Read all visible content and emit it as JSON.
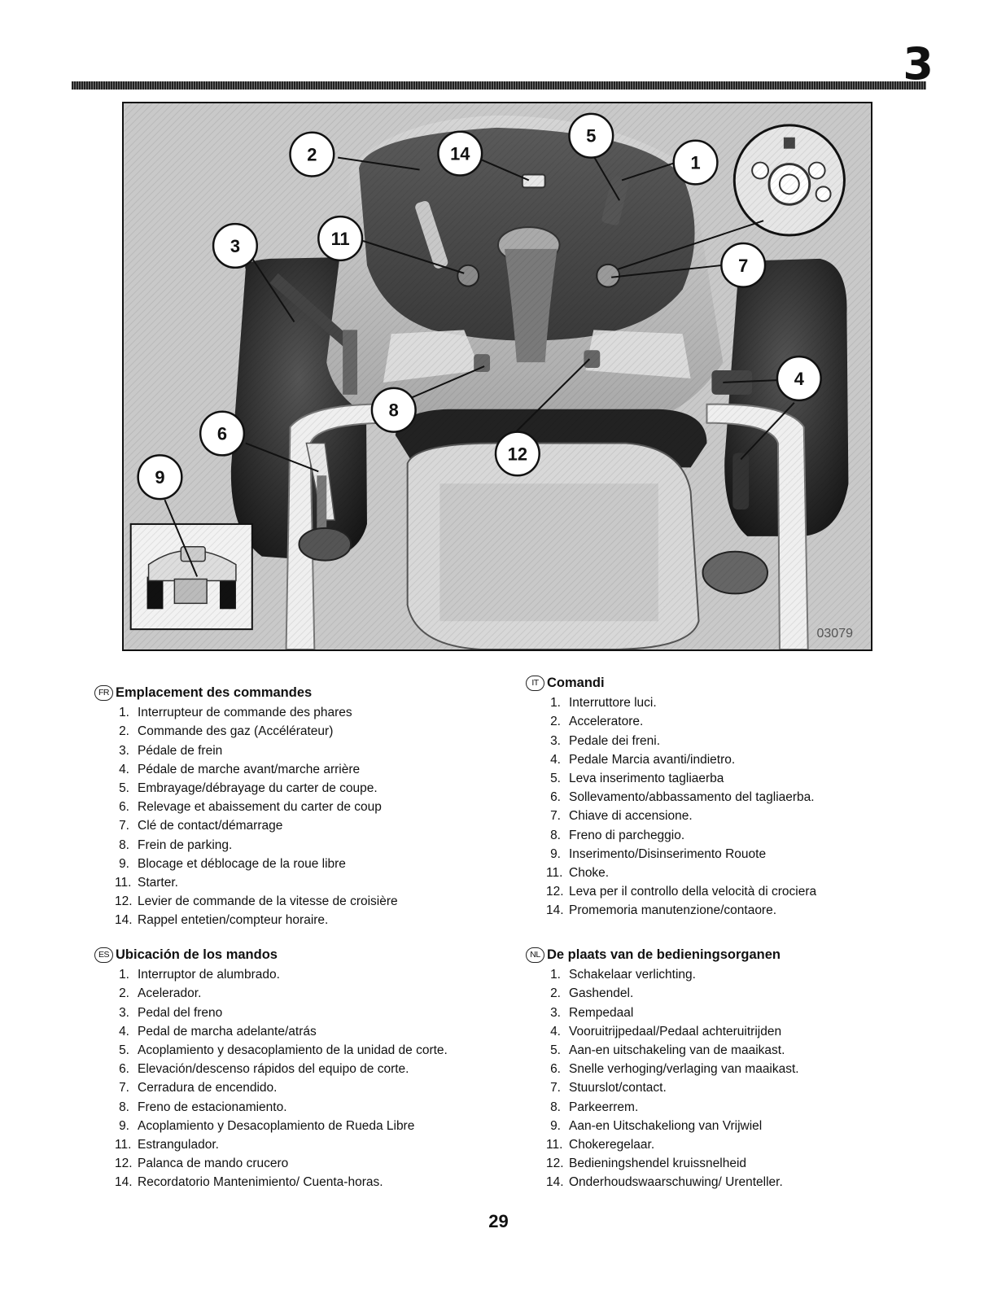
{
  "chapter_number": "3",
  "figure": {
    "code": "03079",
    "callouts": [
      "1",
      "2",
      "3",
      "4",
      "5",
      "6",
      "7",
      "8",
      "9",
      "11",
      "12",
      "14"
    ]
  },
  "sections": {
    "fr": {
      "badge": "FR",
      "title": "Emplacement des commandes",
      "items": [
        {
          "num": "1.",
          "text": "Interrupteur de commande des phares"
        },
        {
          "num": "2.",
          "text": "Commande des gaz (Accélérateur)"
        },
        {
          "num": "3.",
          "text": "Pédale de frein"
        },
        {
          "num": "4.",
          "text": "Pédale de marche avant/marche arrière"
        },
        {
          "num": "5.",
          "text": "Embrayage/débrayage du carter de coupe."
        },
        {
          "num": "6.",
          "text": "Relevage et abaissement du carter de coup"
        },
        {
          "num": "7.",
          "text": "Clé de contact/démarrage"
        },
        {
          "num": "8.",
          "text": "Frein de parking."
        },
        {
          "num": "9.",
          "text": "Blocage et déblocage de la roue libre"
        },
        {
          "num": "11.",
          "text": "Starter."
        },
        {
          "num": "12.",
          "text": "Levier de commande de la vitesse de croisière"
        },
        {
          "num": "14.",
          "text": "Rappel entetien/compteur horaire."
        }
      ]
    },
    "it": {
      "badge": "IT",
      "title": "Comandi",
      "items": [
        {
          "num": "1.",
          "text": "Interruttore luci."
        },
        {
          "num": "2.",
          "text": "Acceleratore."
        },
        {
          "num": "3.",
          "text": "Pedale dei freni."
        },
        {
          "num": "4.",
          "text": "Pedale Marcia avanti/indietro."
        },
        {
          "num": "5.",
          "text": "Leva inserimento tagliaerba"
        },
        {
          "num": "6.",
          "text": "Sollevamento/abbassamento del tagliaerba."
        },
        {
          "num": "7.",
          "text": "Chiave di accensione."
        },
        {
          "num": "8.",
          "text": "Freno di parcheggio."
        },
        {
          "num": "9.",
          "text": "Inserimento/Disinserimento Rouote"
        },
        {
          "num": "11.",
          "text": "Choke."
        },
        {
          "num": "12.",
          "text": "Leva per il controllo della velocità di crociera"
        },
        {
          "num": "14.",
          "text": "Promemoria manutenzione/contaore."
        }
      ]
    },
    "es": {
      "badge": "ES",
      "title": "Ubicación de los mandos",
      "items": [
        {
          "num": "1.",
          "text": "Interruptor de alumbrado."
        },
        {
          "num": "2.",
          "text": "Acelerador."
        },
        {
          "num": "3.",
          "text": "Pedal del freno"
        },
        {
          "num": "4.",
          "text": "Pedal de marcha adelante/atrás"
        },
        {
          "num": "5.",
          "text": "Acoplamiento y desacoplamiento de la unidad de corte."
        },
        {
          "num": "6.",
          "text": "Elevación/descenso rápidos del equipo de corte."
        },
        {
          "num": "7.",
          "text": "Cerradura de encendido."
        },
        {
          "num": "8.",
          "text": "Freno de estacionamiento."
        },
        {
          "num": "9.",
          "text": "Acoplamiento y Desacoplamiento de Rueda  Libre"
        },
        {
          "num": "11.",
          "text": "Estrangulador."
        },
        {
          "num": "12.",
          "text": "Palanca de mando crucero"
        },
        {
          "num": "14.",
          "text": "Recordatorio Mantenimiento/ Cuenta-horas."
        }
      ]
    },
    "nl": {
      "badge": "NL",
      "title": "De plaats van de bedieningsorganen",
      "items": [
        {
          "num": "1.",
          "text": "Schakelaar verlichting."
        },
        {
          "num": "2.",
          "text": "Gashendel."
        },
        {
          "num": "3.",
          "text": "Rempedaal"
        },
        {
          "num": "4.",
          "text": "Vooruitrijpedaal/Pedaal achteruitrijden"
        },
        {
          "num": "5.",
          "text": "Aan-en uitschakeling van de maaikast."
        },
        {
          "num": "6.",
          "text": "Snelle verhoging/verlaging van maaikast."
        },
        {
          "num": "7.",
          "text": "Stuurslot/contact."
        },
        {
          "num": "8.",
          "text": "Parkeerrem."
        },
        {
          "num": "9.",
          "text": "Aan-en Uitschakeliong van Vrijwiel"
        },
        {
          "num": "11.",
          "text": "Chokeregelaar."
        },
        {
          "num": "12.",
          "text": "Bedieningshendel kruissnelheid"
        },
        {
          "num": "14.",
          "text": "Onderhoudswaarschuwing/ Urenteller."
        }
      ]
    }
  },
  "page_number": "29"
}
